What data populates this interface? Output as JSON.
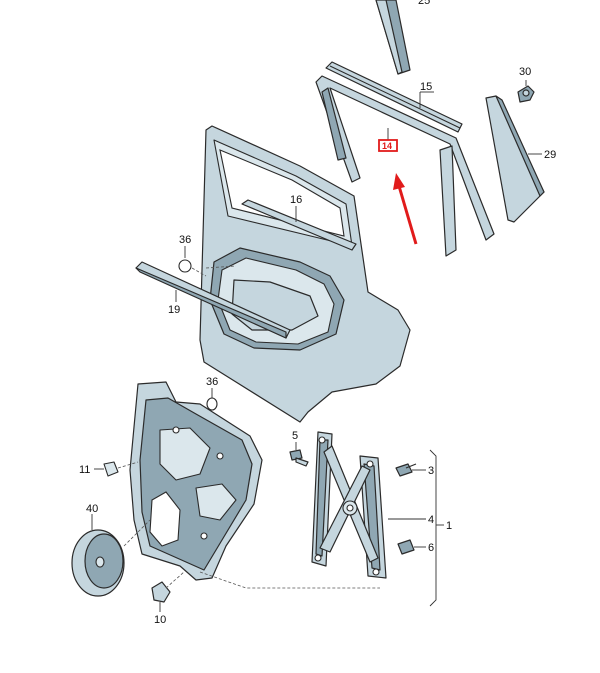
{
  "callouts": {
    "c15": "15",
    "c14": "14",
    "c30": "30",
    "c29": "29",
    "c16": "16",
    "c36a": "36",
    "c19": "19",
    "c36b": "36",
    "c5": "5",
    "c3": "3",
    "c11": "11",
    "c4": "4",
    "c1": "1",
    "c40": "40",
    "c6": "6",
    "c10": "10",
    "c25": "25"
  },
  "highlight": {
    "part": "14",
    "color": "#e11b1b"
  },
  "colors": {
    "part_fill": "#c5d6de",
    "part_dark": "#8fa7b3",
    "outline": "#2b2b2b"
  }
}
